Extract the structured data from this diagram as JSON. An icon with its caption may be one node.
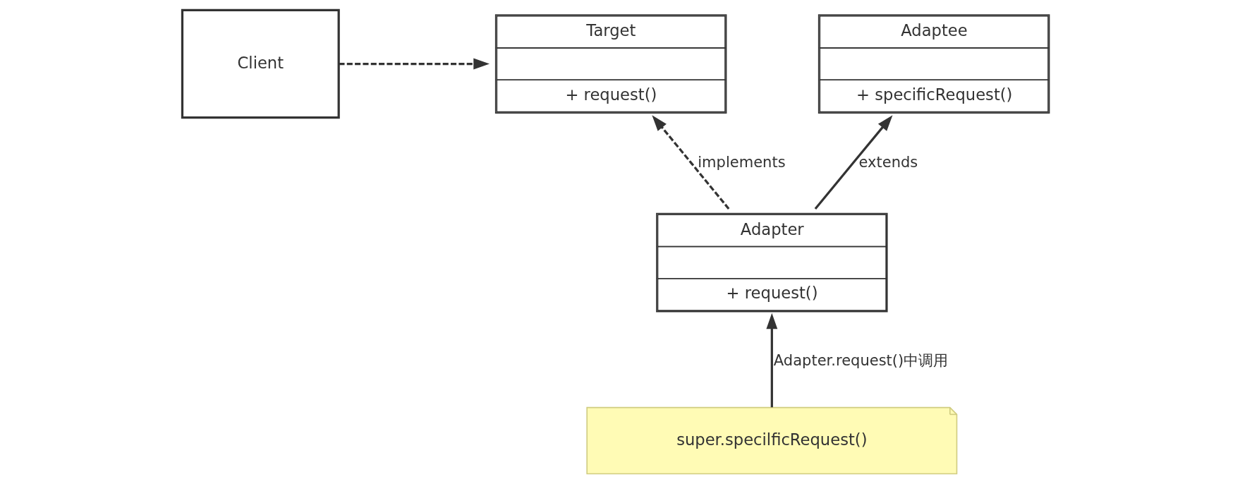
{
  "diagram": {
    "nodes": [
      {
        "text": [
          "Client"
        ]
      },
      {
        "text": [
          "Target",
          "+ request()"
        ]
      },
      {
        "text": [
          "Adaptee",
          "+ specificRequest()"
        ]
      },
      {
        "text": [
          "Adapter",
          "+ request()"
        ]
      },
      {
        "text": [
          "super.specilficRequest()"
        ]
      }
    ],
    "edges": [
      {
        "from": 0,
        "to": 1,
        "arrow": "to",
        "style": "dashed"
      },
      {
        "from": 3,
        "to": 1,
        "arrow": "to",
        "style": "dashed",
        "label": "implements"
      },
      {
        "from": 3,
        "to": 2,
        "arrow": "to",
        "label": "extends"
      },
      {
        "from": 4,
        "to": 3,
        "arrow": "to",
        "label": "Adapter.request()中调用"
      }
    ]
  }
}
